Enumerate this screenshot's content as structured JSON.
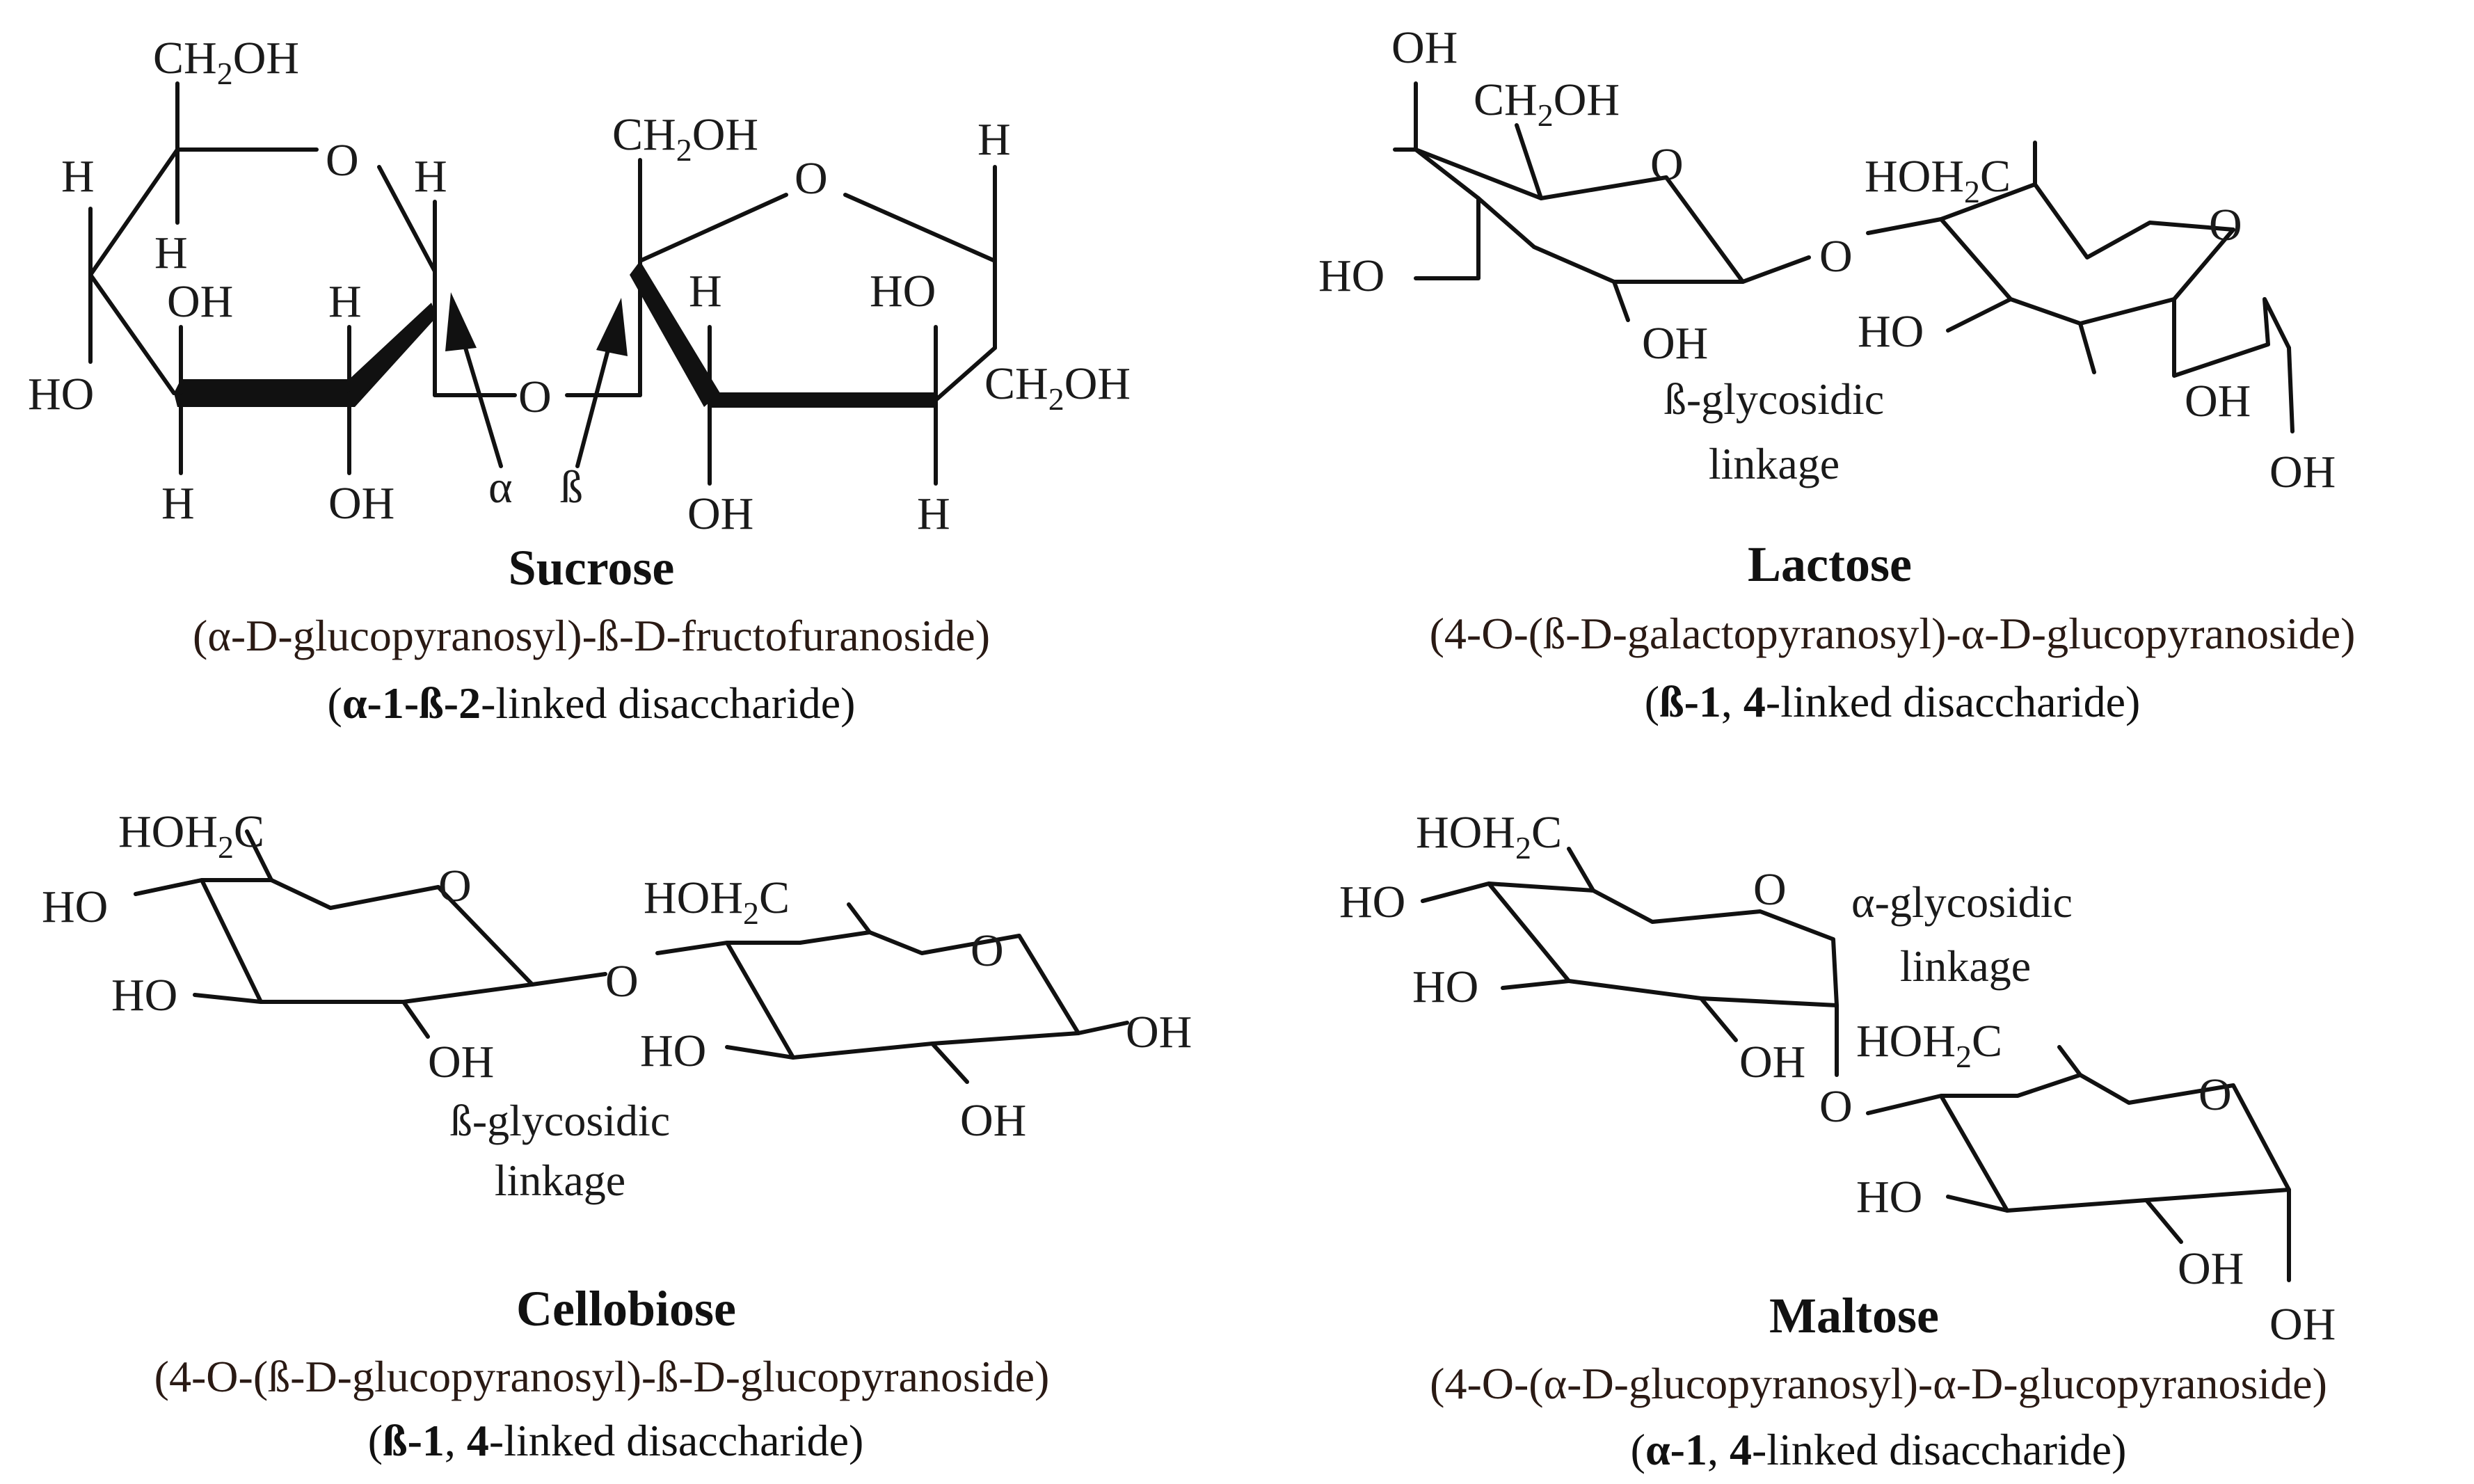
{
  "labels": {
    "oh": "OH",
    "ho": "HO",
    "h": "H",
    "o": "O",
    "c": "C",
    "ch": "CH",
    "hoh": "HOH",
    "two": "2",
    "alpha": "α",
    "beta": "ß"
  },
  "sucrose": {
    "name": "Sucrose",
    "systematic": "(α-D-glucopyranosyl)-ß-D-fructofuranoside)",
    "linkage_bold": "α-1-ß-2",
    "linkage_rest": "-linked disaccharide)"
  },
  "lactose": {
    "name": "Lactose",
    "systematic": "(4-O-(ß-D-galactopyranosyl)-α-D-glucopyranoside)",
    "linkage_bold1": "ß-1",
    "linkage_sep": ", ",
    "linkage_bold2": "4",
    "linkage_rest": "-linked disaccharide)",
    "glycosidic_line1": "ß-glycosidic",
    "glycosidic_line2": "linkage"
  },
  "cellobiose": {
    "name": "Cellobiose",
    "systematic": "(4-O-(ß-D-glucopyranosyl)-ß-D-glucopyranoside)",
    "linkage_bold1": "ß-1",
    "linkage_sep": ", ",
    "linkage_bold2": "4",
    "linkage_rest": "-linked disaccharide)",
    "glycosidic_line1": "ß-glycosidic",
    "glycosidic_line2": "linkage"
  },
  "maltose": {
    "name": "Maltose",
    "systematic": "(4-O-(α-D-glucopyranosyl)-α-D-glucopyranoside)",
    "linkage_bold1": "α-1",
    "linkage_sep": ", ",
    "linkage_bold2": "4",
    "linkage_rest": "-linked disaccharide)",
    "glycosidic_line1": "α-glycosidic",
    "glycosidic_line2": "linkage"
  }
}
